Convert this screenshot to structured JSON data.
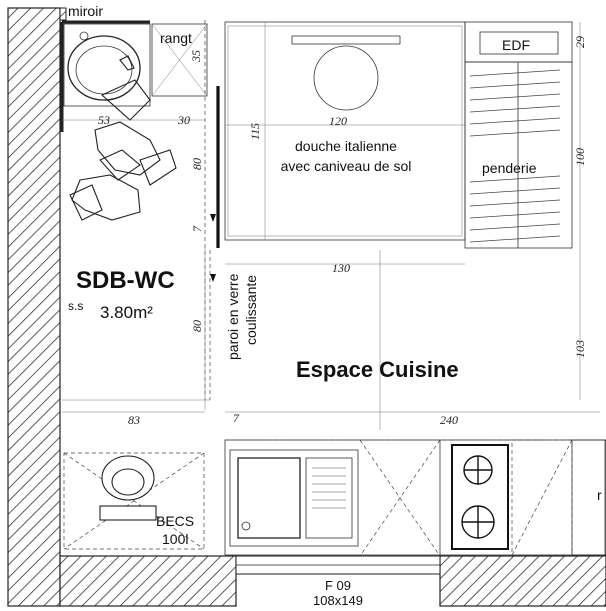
{
  "rooms": {
    "sdb_title": "SDB-WC",
    "sdb_ss": "s.s",
    "sdb_area": "3.80m²",
    "kitchen": "Espace Cuisine",
    "shower_line1": "douche italienne",
    "shower_line2": "avec caniveau de sol",
    "penderie": "penderie",
    "edf": "EDF"
  },
  "fixtures": {
    "miroir": "miroir",
    "rangt": "rangt",
    "glass_wall": "paroi en verre",
    "glass_wall2": "coulissante",
    "becs": "BECS",
    "becs_volume": "100l",
    "window_name": "F 09",
    "window_size": "108x149",
    "partial_label": "r"
  },
  "dimensions": {
    "d35": "35",
    "d30": "30",
    "d53": "53",
    "d115": "115",
    "d120": "120",
    "d80a": "80",
    "d7a": "7",
    "d130": "130",
    "d80b": "80",
    "d83": "83",
    "d7b": "7",
    "d240": "240",
    "d29": "29",
    "d100": "100",
    "d103": "103"
  },
  "colors": {
    "ink": "#111111",
    "wall_hatch": "#333333",
    "background": "#ffffff"
  }
}
